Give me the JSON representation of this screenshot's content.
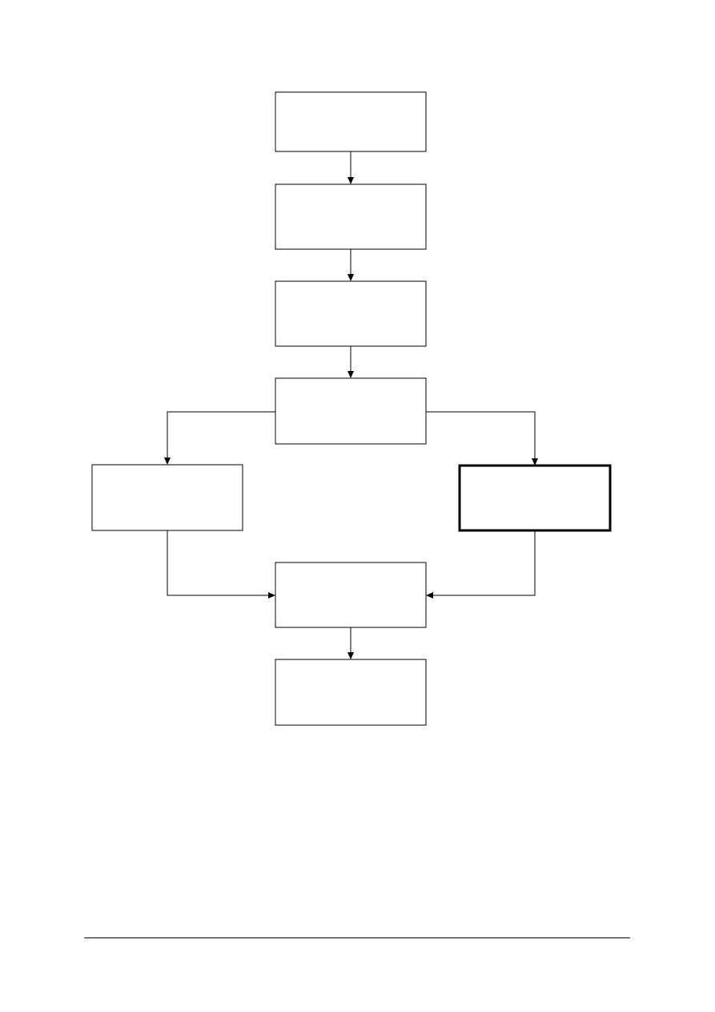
{
  "diagram": {
    "type": "flowchart",
    "nodes": [
      {
        "id": "n1",
        "text": ""
      },
      {
        "id": "n2",
        "text": ""
      },
      {
        "id": "n3",
        "text": ""
      },
      {
        "id": "n4",
        "text": ""
      },
      {
        "id": "n5",
        "text": ""
      },
      {
        "id": "n6",
        "text": "",
        "emphasis": "bold-border"
      },
      {
        "id": "n7",
        "text": ""
      },
      {
        "id": "n8",
        "text": ""
      }
    ],
    "edges": [
      {
        "from": "n1",
        "to": "n2"
      },
      {
        "from": "n2",
        "to": "n3"
      },
      {
        "from": "n3",
        "to": "n4"
      },
      {
        "from": "n4",
        "to": "n5"
      },
      {
        "from": "n4",
        "to": "n6"
      },
      {
        "from": "n5",
        "to": "n7"
      },
      {
        "from": "n6",
        "to": "n7"
      },
      {
        "from": "n7",
        "to": "n8"
      }
    ],
    "colors": {
      "stroke": "#000000",
      "fill": "#ffffff"
    }
  }
}
